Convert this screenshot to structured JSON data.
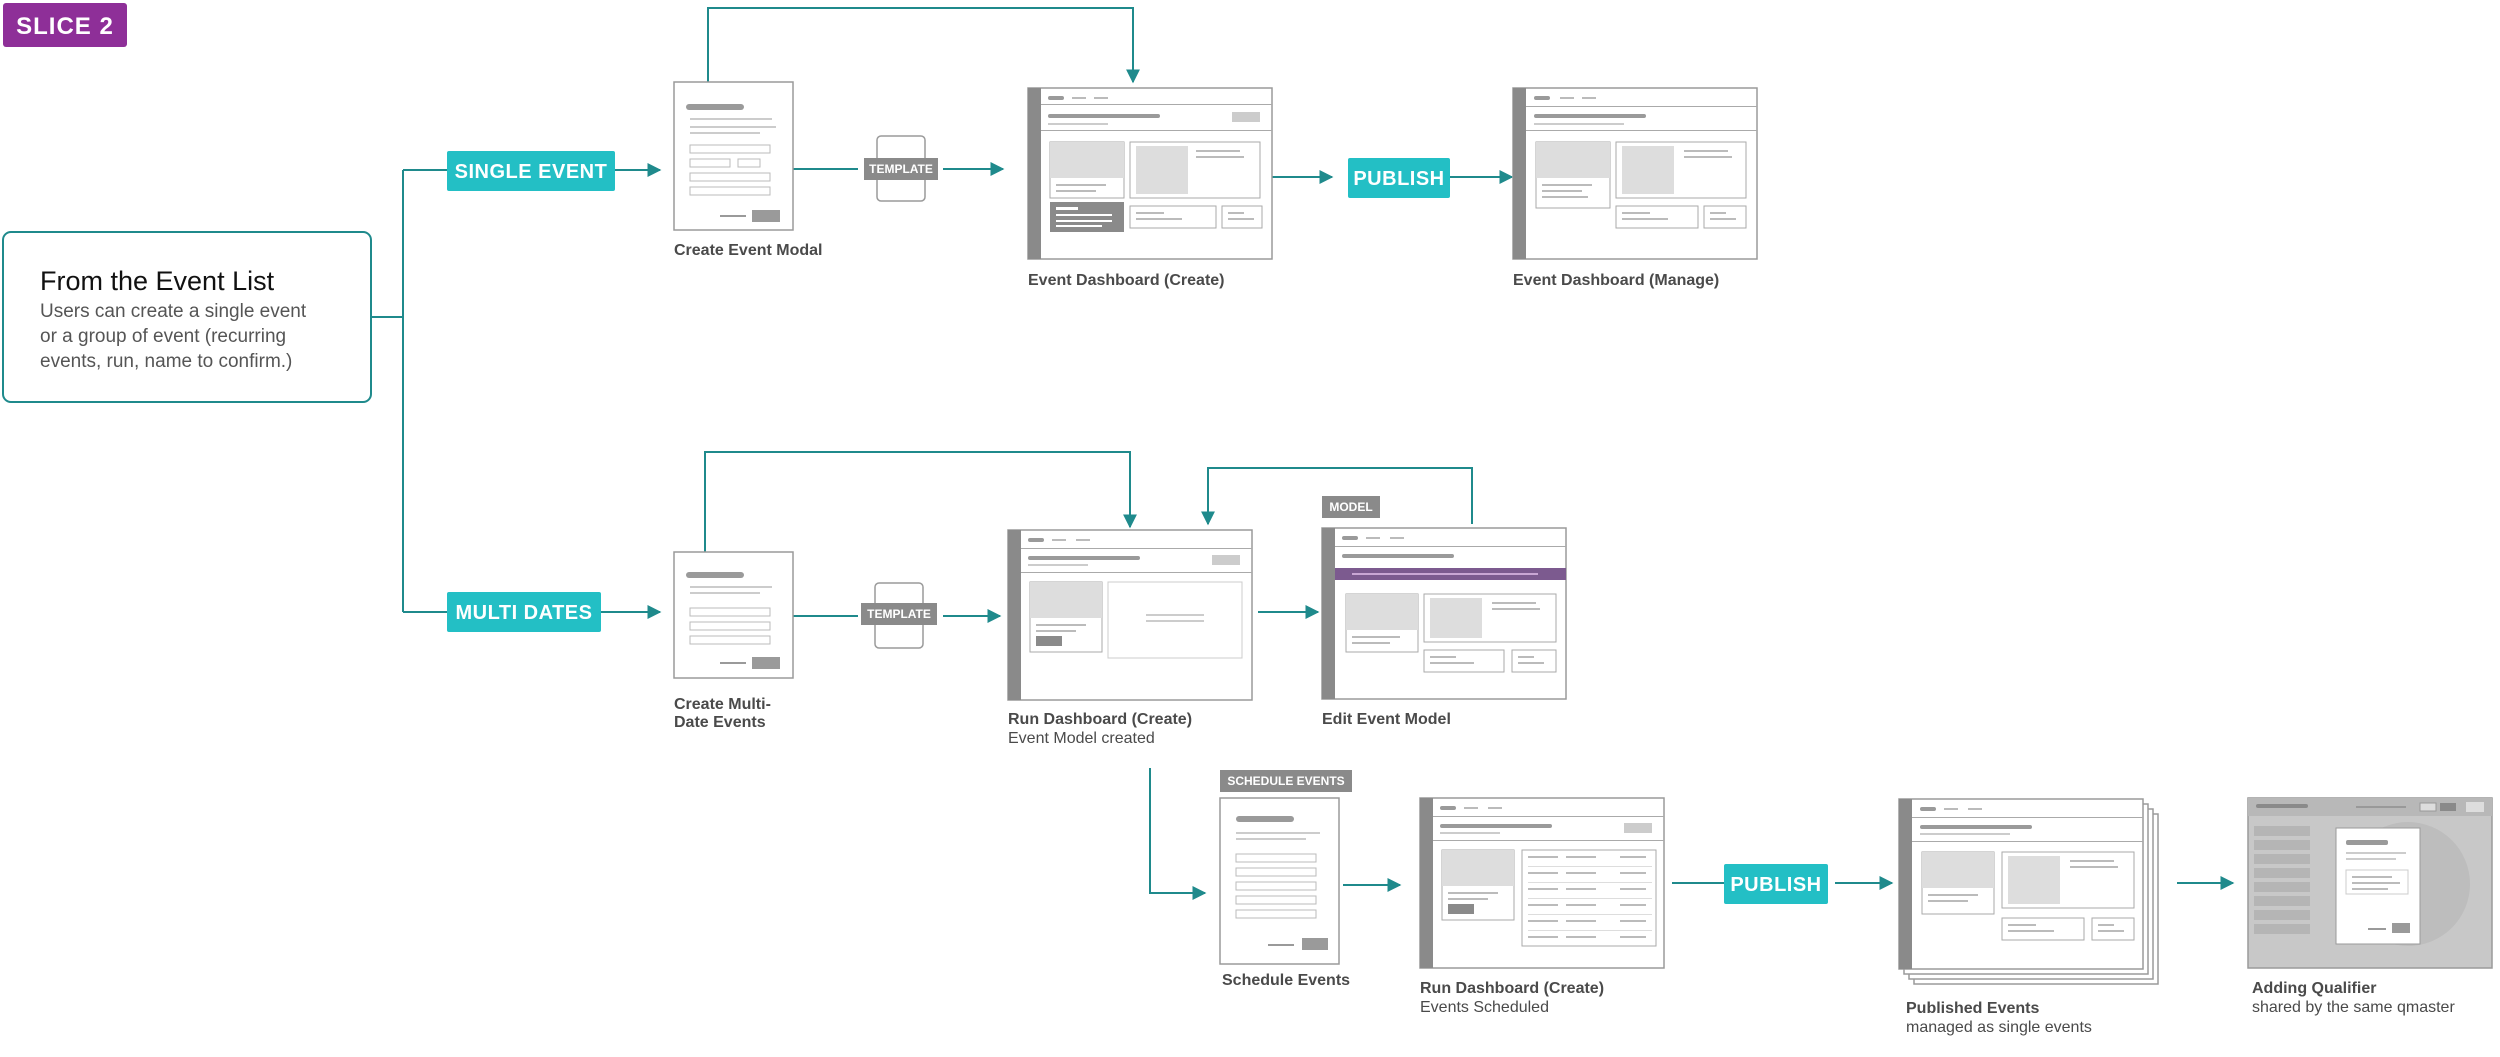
{
  "slice_label": "SLICE 2",
  "start_card": {
    "title": "From the Event List",
    "description_lines": [
      "Users can create a single event",
      "or a group of event (recurring",
      "events, run, name to confirm.)"
    ]
  },
  "branches": {
    "single": "SINGLE EVENT",
    "multi": "MULTI DATES"
  },
  "tags": {
    "template": "TEMPLATE",
    "model": "MODEL",
    "schedule": "SCHEDULE EVENTS"
  },
  "actions": {
    "publish": "PUBLISH"
  },
  "screens": {
    "create_event_modal": {
      "title": "Create Event Modal"
    },
    "event_dashboard_create": {
      "title": "Event Dashboard (Create)"
    },
    "event_dashboard_manage": {
      "title": "Event Dashboard (Manage)"
    },
    "create_multi_date": {
      "title_lines": [
        "Create Multi-",
        "Date Events"
      ]
    },
    "run_dashboard_model": {
      "title": "Run Dashboard (Create)",
      "subtitle": "Event Model created"
    },
    "edit_event_model": {
      "title": "Edit Event Model"
    },
    "schedule_events": {
      "title": "Schedule Events"
    },
    "run_dashboard_scheduled": {
      "title": "Run Dashboard (Create)",
      "subtitle": "Events Scheduled"
    },
    "published_events": {
      "title": "Published Events",
      "subtitle": "managed as single events"
    },
    "adding_qualifier": {
      "title": "Adding Qualifier",
      "subtitle": "shared by the same qmaster"
    }
  },
  "colors": {
    "teal": "#23bfc5",
    "connector": "#1f8a8c",
    "purple": "#8e2f98",
    "tag_gray": "#8a8a8a",
    "wire": "#9a9a9a"
  }
}
